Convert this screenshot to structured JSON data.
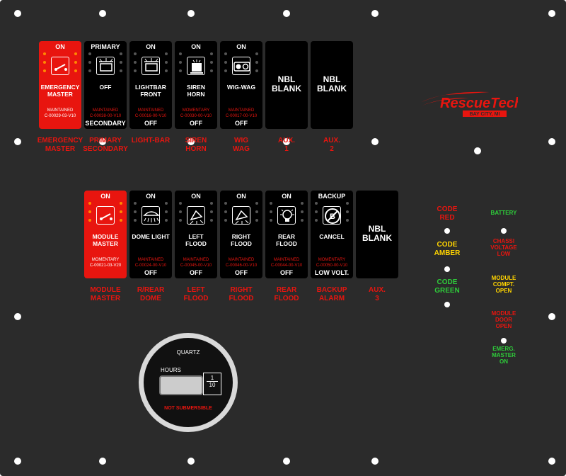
{
  "brand": {
    "name": "RescueTech",
    "sub": "BAY CITY, MI",
    "color": "#e8150f"
  },
  "colors": {
    "red": "#e8150f",
    "amber": "#ffd400",
    "green": "#2ecc3a",
    "panel": "#2b2b2b"
  },
  "row1": [
    {
      "top": "ON",
      "mid": "EMERGENCY\nMASTER",
      "maint": "MAINTAINED",
      "code": "C-00029-03-V10",
      "bottom": "",
      "label": "EMERGENCY\nMASTER",
      "icon": "switch-icon",
      "red": true
    },
    {
      "top": "PRIMARY",
      "mid": "OFF",
      "maint": "MAINTAINED",
      "code": "C-00038-00-V10",
      "bottom": "SECONDARY",
      "label": "PRIMARY\nSECONDARY",
      "icon": "lightbar-icon",
      "red": false
    },
    {
      "top": "ON",
      "mid": "LIGHTBAR\nFRONT",
      "maint": "MAINTAINED",
      "code": "C-00016-00-V10",
      "bottom": "OFF",
      "label": "LIGHT-BAR",
      "icon": "lightbar-icon",
      "red": false
    },
    {
      "top": "ON",
      "mid": "SIREN\nHORN",
      "maint": "MOMENTARY",
      "code": "C-00030-00-V10",
      "bottom": "OFF",
      "label": "SIREN\nHORN",
      "icon": "siren-icon",
      "red": false
    },
    {
      "top": "ON",
      "mid": "WIG-WAG",
      "maint": "MAINTAINED",
      "code": "C-00017-00-V10",
      "bottom": "OFF",
      "label": "WIG\nWAG",
      "icon": "wigwag-icon",
      "red": false
    }
  ],
  "row1_blanks": [
    {
      "text": "NBL\nBLANK",
      "label": "AUX.\n1"
    },
    {
      "text": "NBL\nBLANK",
      "label": "AUX.\n2"
    }
  ],
  "row2": [
    {
      "top": "ON",
      "mid": "MODULE\nMASTER",
      "maint": "MOMENTARY",
      "code": "C-00021-03-V20",
      "bottom": "",
      "label": "MODULE\nMASTER",
      "icon": "switch-icon",
      "red": true
    },
    {
      "top": "ON",
      "mid": "DOME LIGHT",
      "maint": "MAINTAINED",
      "code": "C-00024-00-V10",
      "bottom": "OFF",
      "label": "R/REAR\nDOME",
      "icon": "dome-icon",
      "red": false
    },
    {
      "top": "ON",
      "mid": "LEFT\nFLOOD",
      "maint": "MAINTAINED",
      "code": "C-00045-00-V10",
      "bottom": "OFF",
      "label": "LEFT\nFLOOD",
      "icon": "flood-icon",
      "red": false
    },
    {
      "top": "ON",
      "mid": "RIGHT\nFLOOD",
      "maint": "MAINTAINED",
      "code": "C-00046-00-V10",
      "bottom": "OFF",
      "label": "RIGHT\nFLOOD",
      "icon": "flood-icon",
      "red": false
    },
    {
      "top": "ON",
      "mid": "REAR\nFLOOD",
      "maint": "MAINTAINED",
      "code": "C-00044-00-V10",
      "bottom": "OFF",
      "label": "REAR\nFLOOD",
      "icon": "bulb-icon",
      "red": false
    },
    {
      "top": "BACKUP",
      "mid": "CANCEL",
      "maint": "MOMENTARY",
      "code": "C-00050-00-V10",
      "bottom": "LOW VOLT.",
      "label": "BACKUP\nALARM",
      "icon": "backup-icon",
      "red": false
    }
  ],
  "row2_blanks": [
    {
      "text": "NBL\nBLANK",
      "label": "AUX.\n3"
    }
  ],
  "codes": [
    {
      "text": "CODE\nRED",
      "color": "#e8150f"
    },
    {
      "text": "CODE\nAMBER",
      "color": "#ffd400"
    },
    {
      "text": "CODE\nGREEN",
      "color": "#2ecc3a"
    }
  ],
  "status": [
    {
      "text": "BATTERY",
      "color": "#2ecc3a"
    },
    {
      "text": "CHASSI\nVOLTAGE\nLOW",
      "color": "#e8150f"
    },
    {
      "text": "MODULE\nCOMPT.\nOPEN",
      "color": "#ffd400"
    },
    {
      "text": "MODULE\nDOOR\nOPEN",
      "color": "#e8150f"
    },
    {
      "text": "EMERG.\nMASTER\nON",
      "color": "#2ecc3a"
    }
  ],
  "meter": {
    "brand": "QUARTZ",
    "hours": "HOURS",
    "frac_top": "1",
    "frac_bottom": "10",
    "footer": "NOT SUBMERSIBLE"
  }
}
